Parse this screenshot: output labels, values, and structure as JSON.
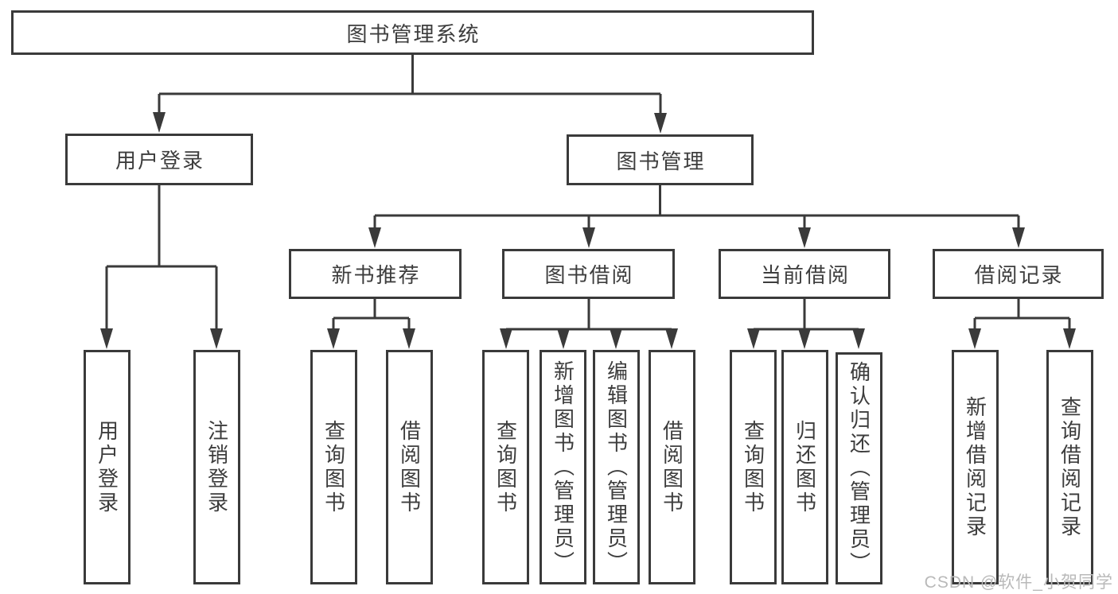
{
  "diagram": {
    "watermark": "CSDN @软件_小贺同学",
    "colors": {
      "line": "#3a3a3a",
      "text": "#3d3d3d",
      "background": "#ffffff",
      "watermark": "#b9b9b9"
    },
    "root": {
      "label": "图书管理系统"
    },
    "level2": [
      {
        "label": "用户登录"
      },
      {
        "label": "图书管理"
      }
    ],
    "level3": [
      {
        "label": "新书推荐",
        "parent": "图书管理"
      },
      {
        "label": "图书借阅",
        "parent": "图书管理"
      },
      {
        "label": "当前借阅",
        "parent": "图书管理"
      },
      {
        "label": "借阅记录",
        "parent": "图书管理"
      }
    ],
    "leaves": [
      {
        "label": "用户登录",
        "parent": "用户登录"
      },
      {
        "label": "注销登录",
        "parent": "用户登录"
      },
      {
        "label": "查询图书",
        "parent": "新书推荐"
      },
      {
        "label": "借阅图书",
        "parent": "新书推荐"
      },
      {
        "label": "查询图书",
        "parent": "图书借阅"
      },
      {
        "label": "新增图书（管理员）",
        "parent": "图书借阅"
      },
      {
        "label": "编辑图书（管理员）",
        "parent": "图书借阅"
      },
      {
        "label": "借阅图书",
        "parent": "图书借阅"
      },
      {
        "label": "查询图书",
        "parent": "当前借阅"
      },
      {
        "label": "归还图书",
        "parent": "当前借阅"
      },
      {
        "label": "确认归还（管理员）",
        "parent": "当前借阅"
      },
      {
        "label": "新增借阅记录",
        "parent": "借阅记录"
      },
      {
        "label": "查询借阅记录",
        "parent": "借阅记录"
      }
    ]
  }
}
